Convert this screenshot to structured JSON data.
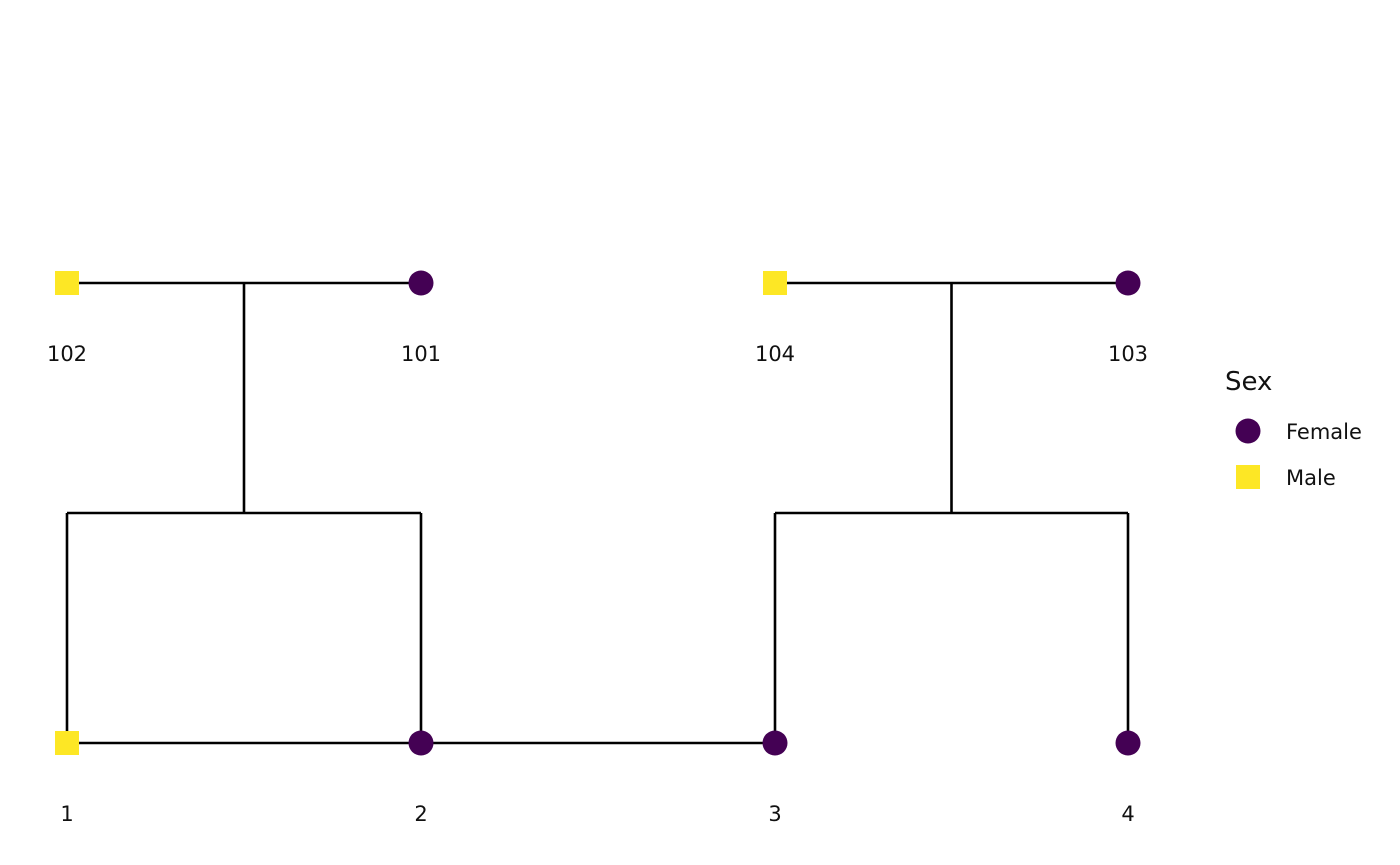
{
  "colors": {
    "female": "#440154",
    "male": "#FDE725",
    "line": "#000000"
  },
  "individuals": [
    {
      "id": "102",
      "sex": "Male"
    },
    {
      "id": "101",
      "sex": "Female"
    },
    {
      "id": "104",
      "sex": "Male"
    },
    {
      "id": "103",
      "sex": "Female"
    },
    {
      "id": "1",
      "sex": "Male"
    },
    {
      "id": "2",
      "sex": "Female"
    },
    {
      "id": "3",
      "sex": "Female"
    },
    {
      "id": "4",
      "sex": "Female"
    }
  ],
  "unions": [
    {
      "partners": [
        "102",
        "101"
      ],
      "children": [
        "1",
        "2"
      ]
    },
    {
      "partners": [
        "104",
        "103"
      ],
      "children": [
        "3",
        "4"
      ]
    },
    {
      "partners": [
        "1",
        "2"
      ],
      "children": []
    },
    {
      "partners": [
        "2",
        "3"
      ],
      "children": []
    }
  ],
  "legend": {
    "title": "Sex",
    "items": [
      {
        "label": "Female",
        "shape": "circle",
        "color": "#440154"
      },
      {
        "label": "Male",
        "shape": "square",
        "color": "#FDE725"
      }
    ]
  }
}
